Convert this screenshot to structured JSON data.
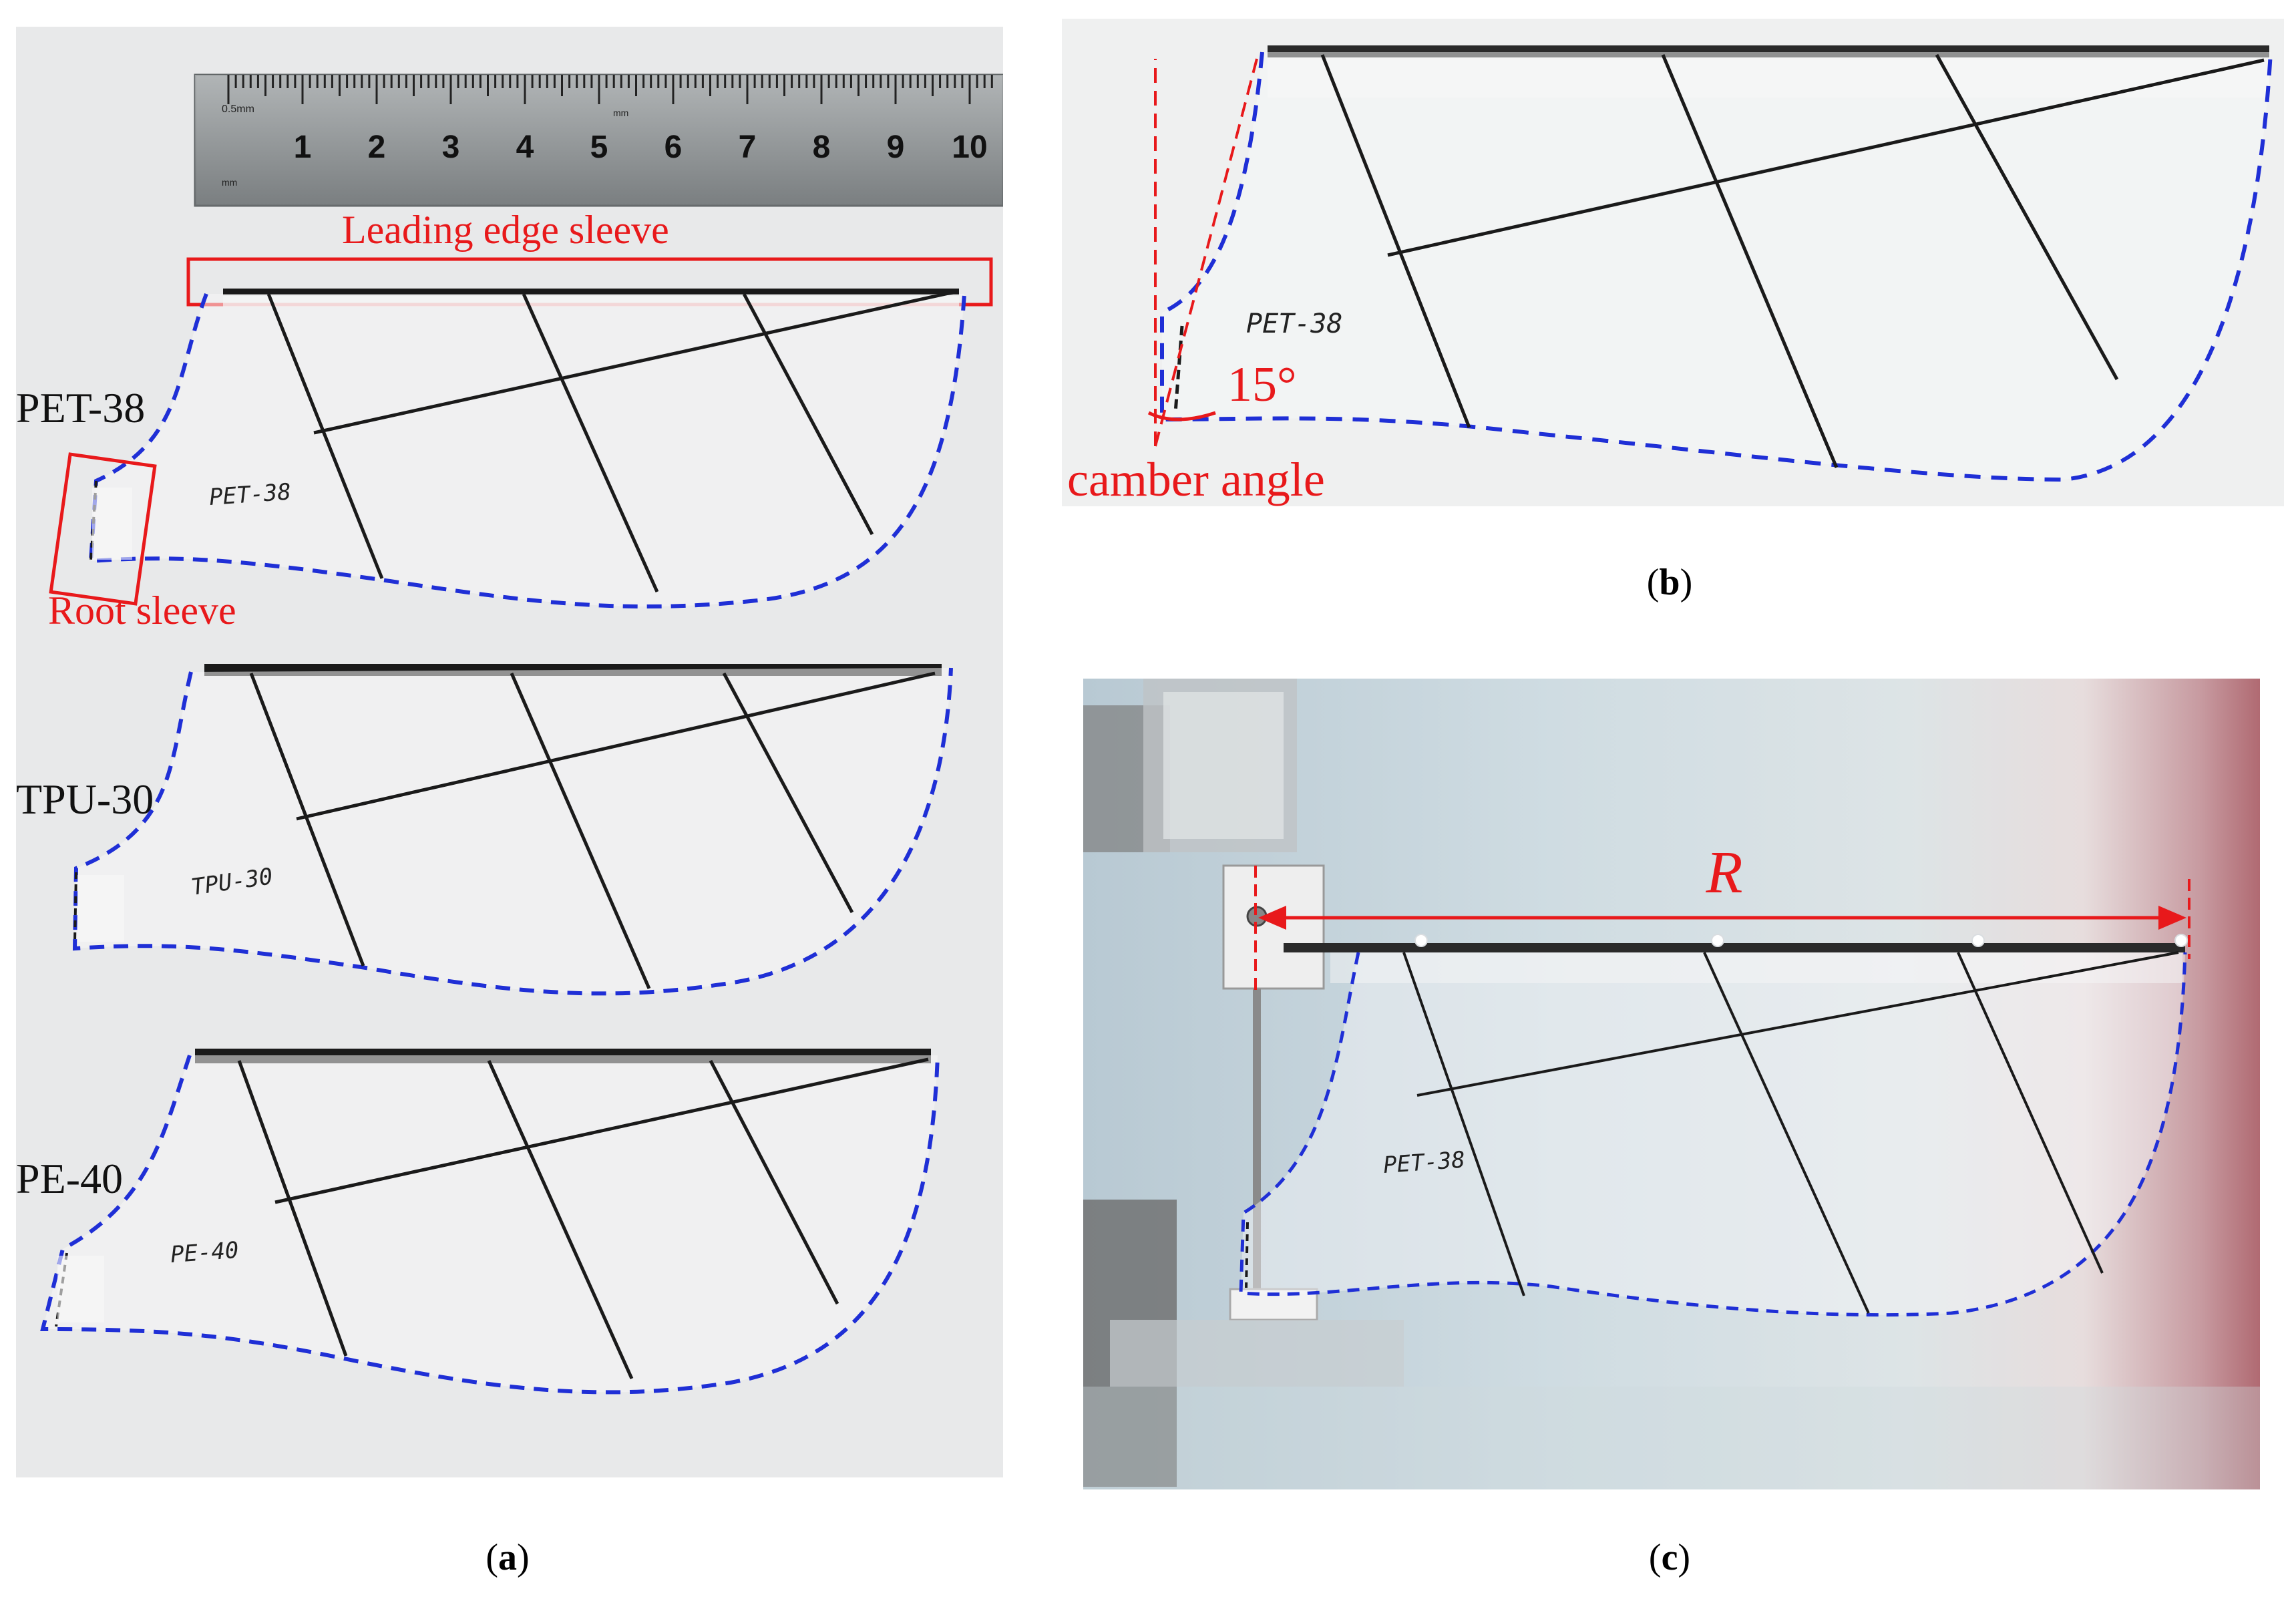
{
  "panels": {
    "a": {
      "caption_open": "(",
      "caption_letter": "a",
      "caption_close": ")",
      "ruler_ticks": [
        "1",
        "2",
        "3",
        "4",
        "5",
        "6",
        "7",
        "8",
        "9",
        "10"
      ],
      "ruler_small_top": "0.5mm",
      "ruler_small_mm": "mm",
      "ruler_small_mm2": "mm",
      "label_leading_edge": "Leading edge sleeve",
      "label_root_sleeve": "Root sleeve",
      "wings": [
        {
          "label": "PET-38",
          "handwritten": "PET-38"
        },
        {
          "label": "TPU-30",
          "handwritten": "TPU-30"
        },
        {
          "label": "PE-40",
          "handwritten": "PE-40"
        }
      ]
    },
    "b": {
      "caption_open": "(",
      "caption_letter": "b",
      "caption_close": ")",
      "angle_label": "15°",
      "camber_label": "camber angle",
      "handwritten": "PET-38"
    },
    "c": {
      "caption_open": "(",
      "caption_letter": "c",
      "caption_close": ")",
      "radius_label": "R",
      "handwritten": "PET-38"
    }
  },
  "colors": {
    "outline_dashed": "#1f2fd6",
    "annotation_red": "#e8191b",
    "spar_black": "#1a1a1a"
  }
}
